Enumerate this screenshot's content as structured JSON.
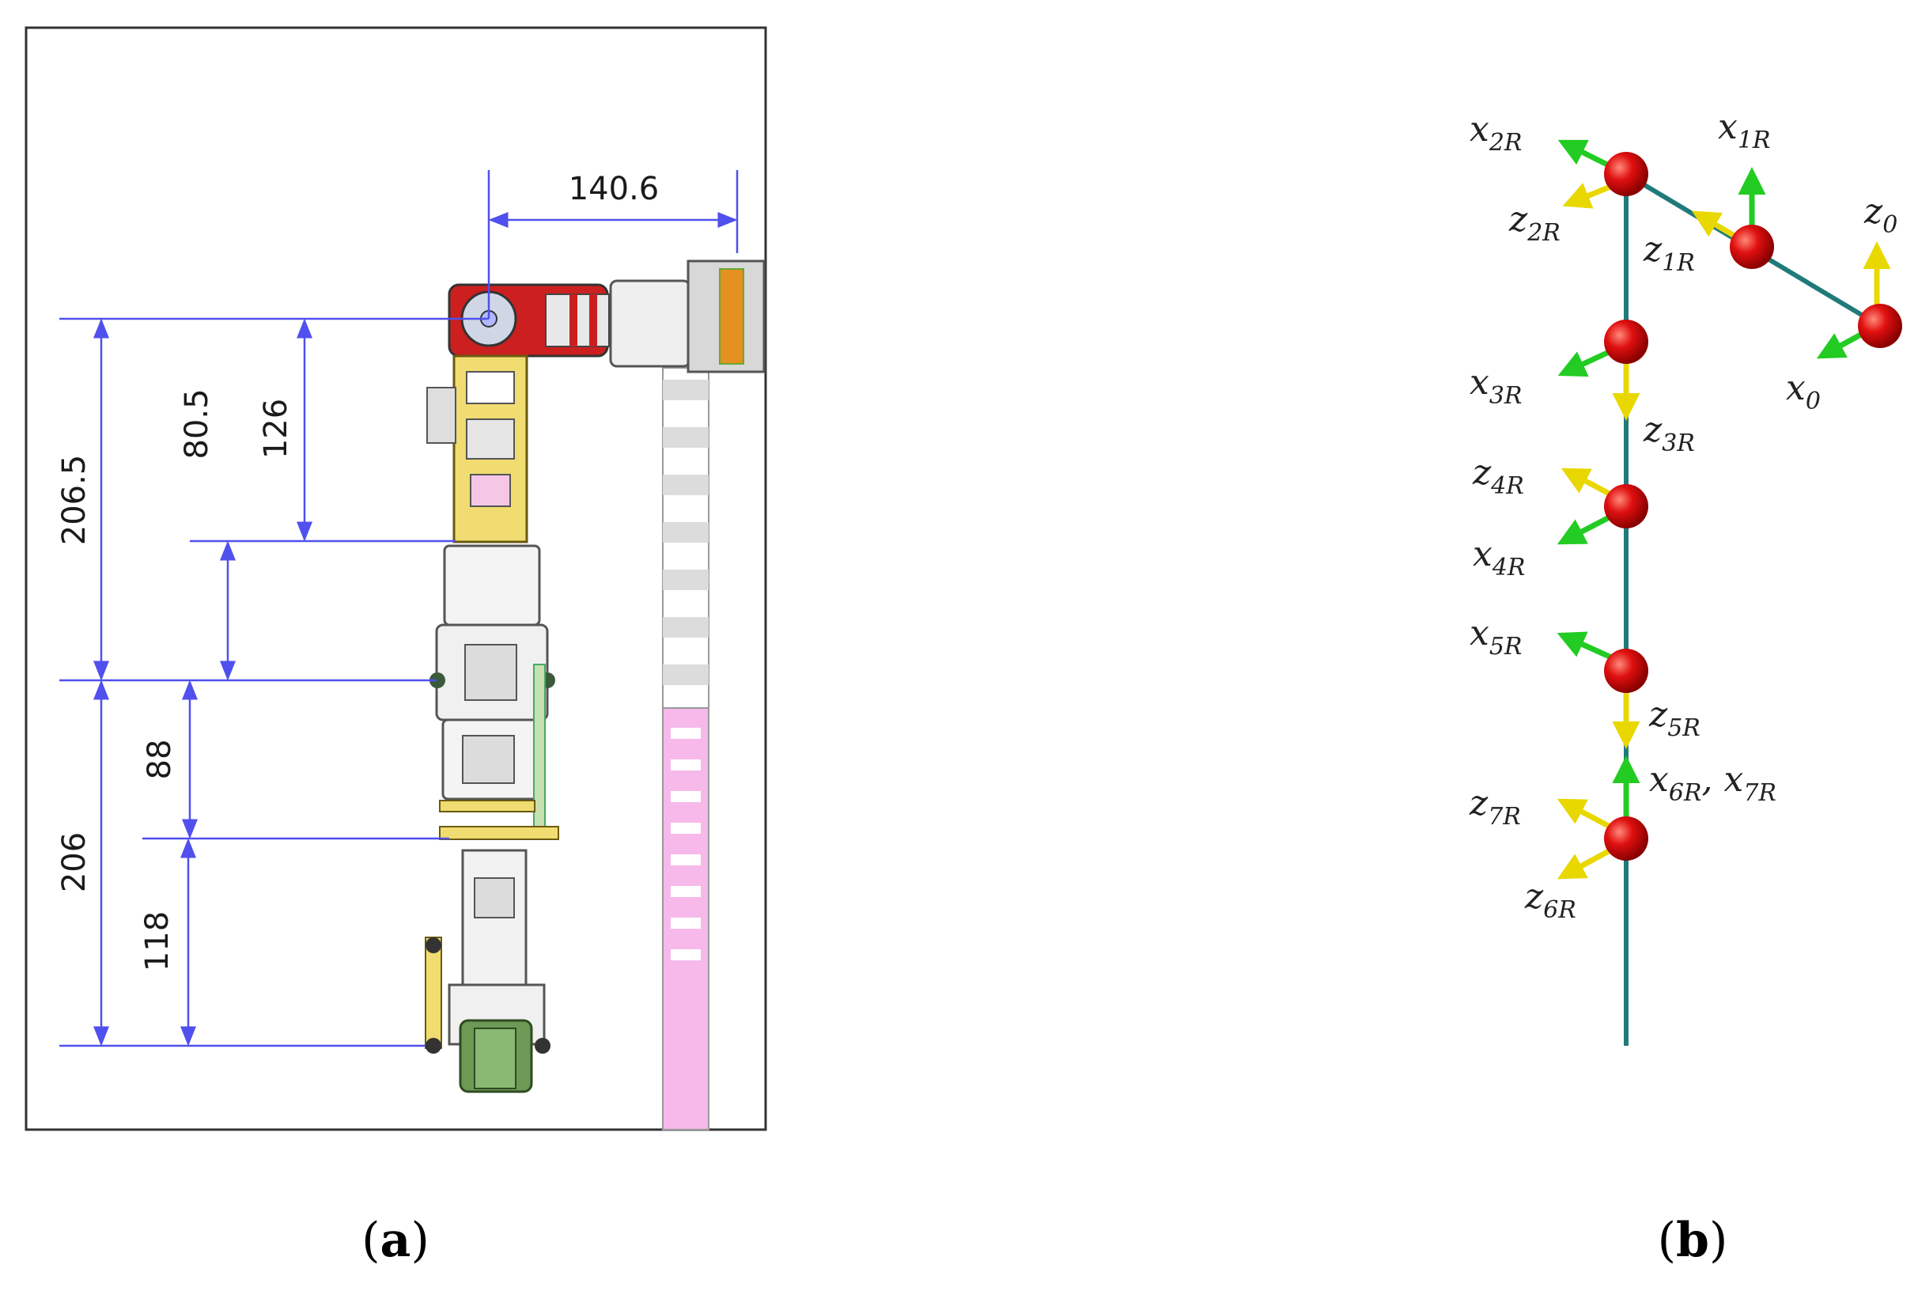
{
  "panel_a": {
    "caption_label": "a",
    "dimensions": {
      "horizontal_top": "140.6",
      "left_outer_upper": "206.5",
      "left_outer_lower": "206",
      "mid_upper": "80.5",
      "inner_upper": "126",
      "mid_lower": "88",
      "inner_lower": "118"
    }
  },
  "panel_b": {
    "caption_label": "b",
    "frames": [
      {
        "base": "x",
        "sub": "2R"
      },
      {
        "base": "z",
        "sub": "2R"
      },
      {
        "base": "x",
        "sub": "1R"
      },
      {
        "base": "z",
        "sub": "1R"
      },
      {
        "base": "z",
        "sub": "0"
      },
      {
        "base": "x",
        "sub": "0"
      },
      {
        "base": "x",
        "sub": "3R"
      },
      {
        "base": "z",
        "sub": "3R"
      },
      {
        "base": "z",
        "sub": "4R"
      },
      {
        "base": "x",
        "sub": "4R"
      },
      {
        "base": "x",
        "sub": "5R"
      },
      {
        "base": "z",
        "sub": "5R"
      },
      {
        "base": "x",
        "sub": "6R"
      },
      {
        "base": "x",
        "sub": "7R"
      },
      {
        "base": "z",
        "sub": "7R"
      },
      {
        "base": "z",
        "sub": "6R"
      }
    ],
    "colors": {
      "joint": "#e01010",
      "x_axis": "#22cc22",
      "z_axis": "#e8d800",
      "link": "#1f7a7a",
      "dimension_line": "#5050ee"
    }
  }
}
